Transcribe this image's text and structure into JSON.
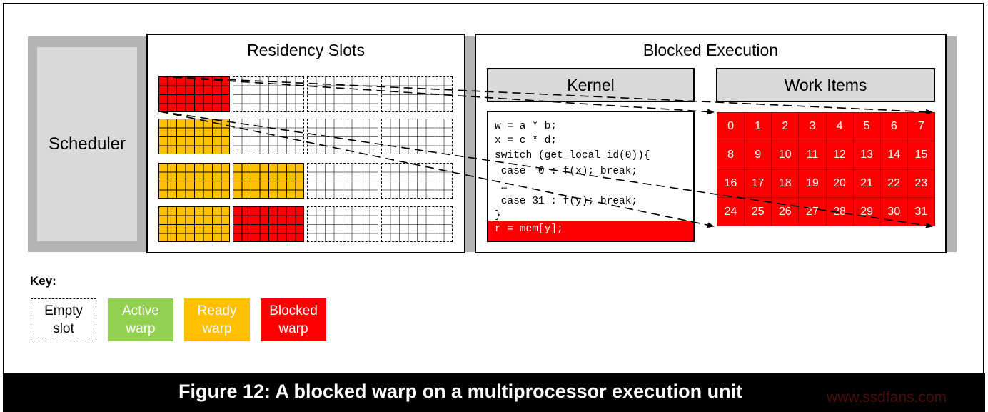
{
  "scheduler": {
    "label": "Scheduler"
  },
  "residency": {
    "title": "Residency Slots",
    "rows": [
      [
        "blocked",
        "empty",
        "empty",
        "empty"
      ],
      [
        "ready",
        "empty",
        "empty",
        "empty"
      ],
      [
        "ready",
        "ready",
        "empty",
        "empty"
      ],
      [
        "ready",
        "blocked",
        "empty",
        "empty"
      ]
    ]
  },
  "blocked_execution": {
    "title": "Blocked Execution",
    "kernel": {
      "title": "Kernel",
      "code_lines": [
        "w = a * b;",
        "x = c * d;",
        "switch (get_local_id(0)){",
        " case  0 : f(x); break;",
        " …",
        " case 31 : f(y); break;",
        "}"
      ],
      "highlighted_line": "r = mem[y];"
    },
    "work_items": {
      "title": "Work Items",
      "ids": [
        "0",
        "1",
        "2",
        "3",
        "4",
        "5",
        "6",
        "7",
        "8",
        "9",
        "10",
        "11",
        "12",
        "13",
        "14",
        "15",
        "16",
        "17",
        "18",
        "19",
        "20",
        "21",
        "22",
        "23",
        "24",
        "25",
        "26",
        "27",
        "28",
        "29",
        "30",
        "31"
      ]
    }
  },
  "key": {
    "title": "Key:",
    "items": [
      {
        "label": "Empty slot",
        "style": "empty"
      },
      {
        "label": "Active warp",
        "style": "active"
      },
      {
        "label": "Ready warp",
        "style": "ready"
      },
      {
        "label": "Blocked warp",
        "style": "blocked"
      }
    ]
  },
  "caption": "Figure 12: A blocked warp on a multiprocessor execution unit",
  "watermark": "www.ssdfans.com",
  "colors": {
    "blocked": "#ff0000",
    "ready": "#ffc000",
    "active": "#92d050",
    "empty": "#ffffff",
    "panel_gray": "#d9d9d9",
    "band_gray": "#b3b3b3"
  }
}
